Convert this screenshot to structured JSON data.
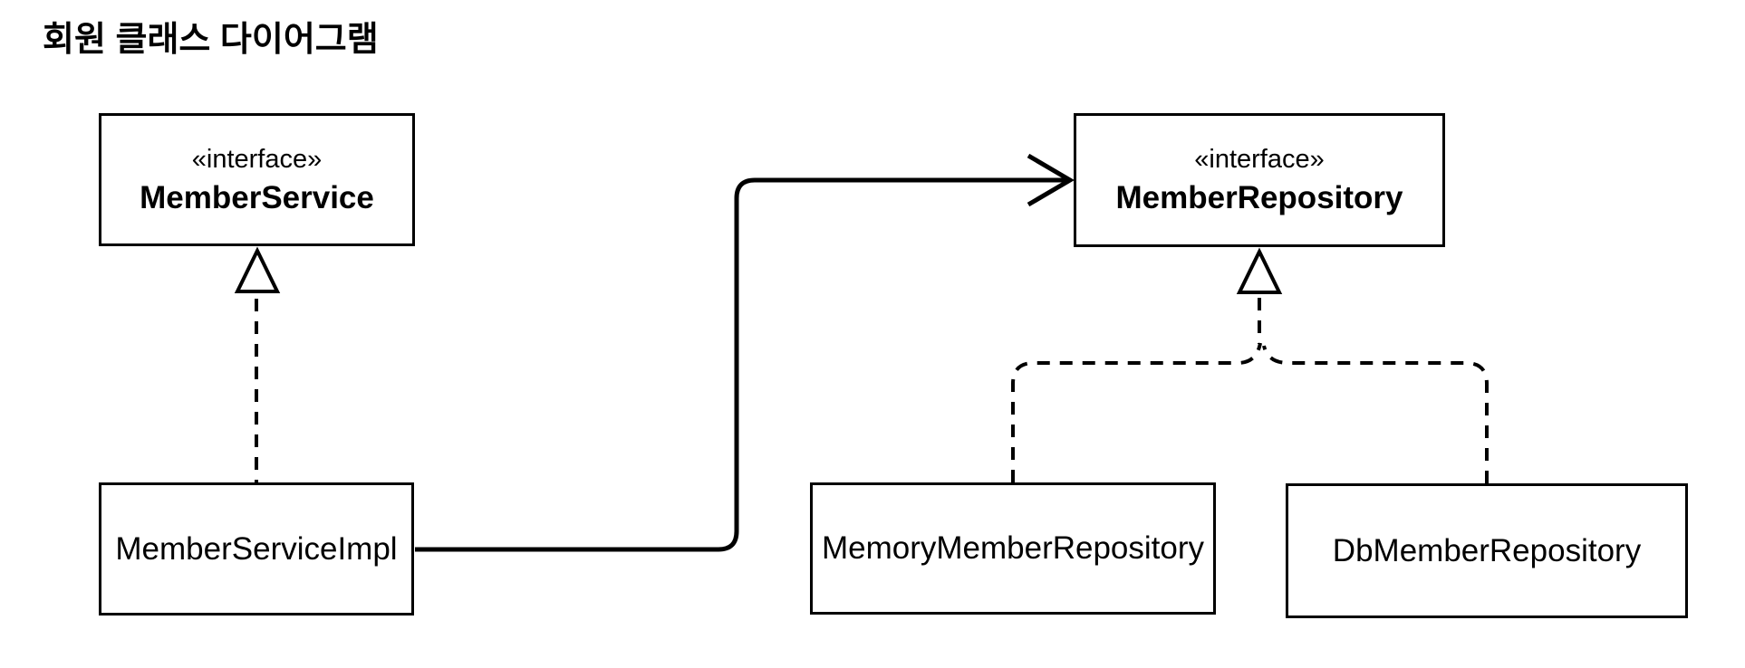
{
  "title": "회원 클래스 다이어그램",
  "colors": {
    "background": "#ffffff",
    "line": "#000000",
    "text": "#000000"
  },
  "nodes": {
    "member_service": {
      "stereotype": "«interface»",
      "name": "MemberService"
    },
    "member_repository": {
      "stereotype": "«interface»",
      "name": "MemberRepository"
    },
    "member_service_impl": {
      "name": "MemberServiceImpl"
    },
    "memory_member_repository": {
      "name": "MemoryMemberRepository"
    },
    "db_member_repository": {
      "name": "DbMemberRepository"
    }
  },
  "edges": [
    {
      "from": "MemberServiceImpl",
      "to": "MemberService",
      "type": "realization",
      "style": "dashed-hollow-triangle"
    },
    {
      "from": "MemberServiceImpl",
      "to": "MemberRepository",
      "type": "dependency",
      "style": "solid-open-arrow"
    },
    {
      "from": "MemoryMemberRepository",
      "to": "MemberRepository",
      "type": "realization",
      "style": "dashed-hollow-triangle"
    },
    {
      "from": "DbMemberRepository",
      "to": "MemberRepository",
      "type": "realization",
      "style": "dashed-hollow-triangle"
    }
  ]
}
